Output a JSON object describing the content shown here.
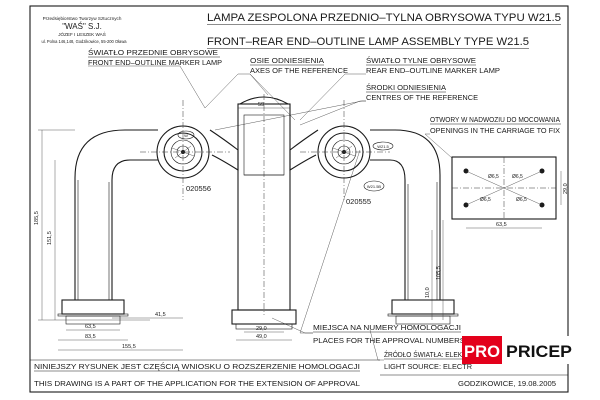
{
  "manufacturer": {
    "line1": "Przedsiębiorstwo Tworzyw Sztucznych",
    "line2": "\"WAŚ\" S.J.",
    "line3": "JÓZEF I LESZEK WAŚ",
    "line4": "ul. Polna 146,148, Godzikowice, 55-200 Oława"
  },
  "title": {
    "polish": "LAMPA ZESPOLONA PRZEDNIO–TYLNA OBRYSOWA TYPU W21.5",
    "english": "FRONT–REAR END–OUTLINE LAMP ASSEMBLY TYPE W21.5"
  },
  "callouts": {
    "front_marker_pl": "ŚWIATŁO PRZEDNIE OBRYSOWE",
    "front_marker_en": "FRONT END–OUTLINE MARKER LAMP",
    "axes_pl": "OSIE ODNIESIENIA",
    "axes_en": "AXES OF THE REFERENCE",
    "rear_marker_pl": "ŚWIATŁO TYLNE OBRYSOWE",
    "rear_marker_en": "REAR END–OUTLINE MARKER LAMP",
    "centres_pl": "ŚRODKI ODNIESIENIA",
    "centres_en": "CENTRES OF THE REFERENCE",
    "openings_pl": "OTWORY W NADWOZIU DO MOCOWANIA",
    "openings_en": "OPENINGS IN THE CARRIAGE TO FIX",
    "homolog_pl": "MIEJSCA NA NUMERY HOMOLOGACJI",
    "homolog_en": "PLACES FOR THE APPROVAL NUMBERS",
    "source_pl": "ŹRÓDŁO ŚWIATŁA: ELEKTRO",
    "source_en": "LIGHT SOURCE: ELECTR"
  },
  "part_numbers": {
    "left": "020556",
    "right": "020555"
  },
  "badges": {
    "small_left": "W",
    "small_right_top": "W21.5",
    "small_right_mid": "W21.5B"
  },
  "dimensions": {
    "d59": "59",
    "d185": "185,5",
    "d151": "151,5",
    "d41": "41,5",
    "d63a": "63,5",
    "d83": "83,5",
    "d155": "155,5",
    "d29a": "29,0",
    "d49": "49,0",
    "d10": "10,0",
    "d105": "105,5",
    "d29b": "29,0",
    "d63b": "63,5",
    "d8a": "Ø6,5",
    "d8b": "Ø6,5",
    "d8c": "Ø6,5",
    "d8d": "Ø6,5"
  },
  "footer": {
    "polish": "NINIEJSZY RYSUNEK JEST CZĘŚCIĄ WNIOSKU O ROZSZERZENIE HOMOLOGACJI",
    "english": "THIS DRAWING IS A PART OF THE APPLICATION FOR THE EXTENSION OF APPROVAL",
    "place_date": "GODZIKOWICE, 19.08.2005"
  },
  "watermark": {
    "part1": "PRO",
    "part2": "PRICEP",
    "color_red": "#e3001b",
    "color_dark": "#111111"
  }
}
